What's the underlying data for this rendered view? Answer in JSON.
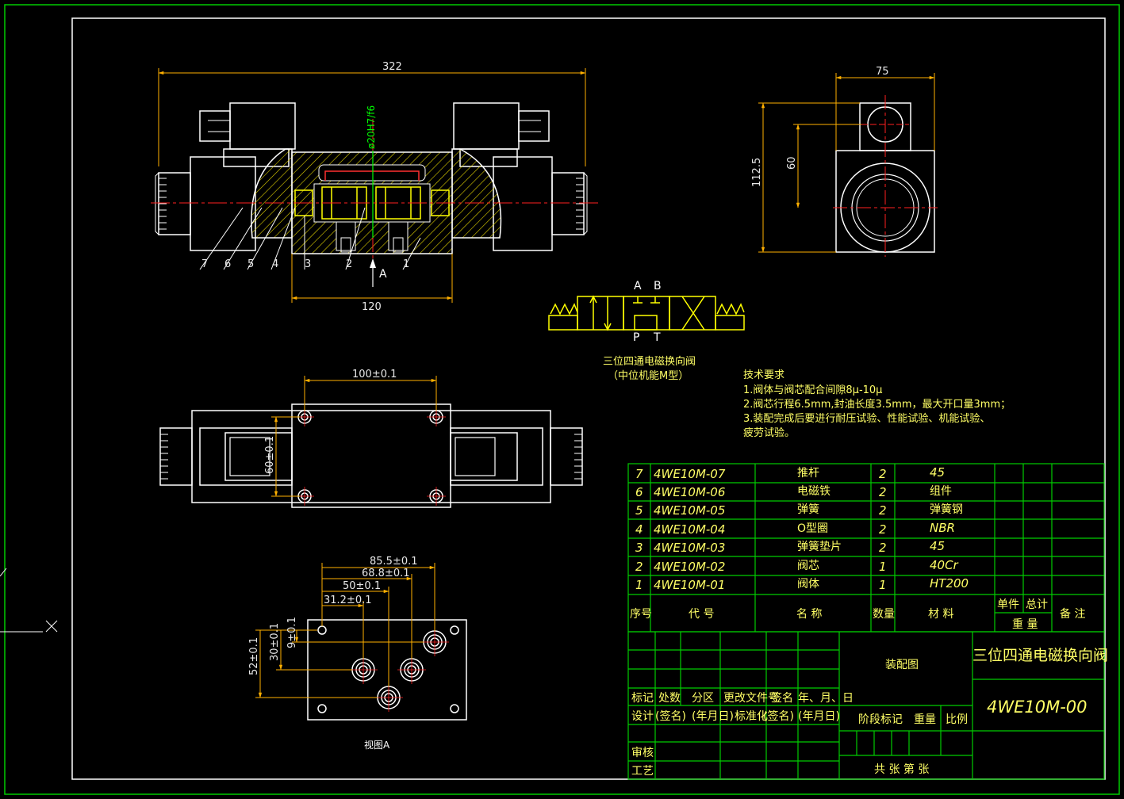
{
  "drawing": {
    "main_view": {
      "dims": {
        "overall_length": "322",
        "body_width": "120",
        "fit": "ø20H7/f6",
        "view_a_arrow": "A"
      },
      "balloons": [
        "7",
        "6",
        "5",
        "4",
        "3",
        "2",
        "1"
      ]
    },
    "side_view": {
      "dims": {
        "width": "75",
        "height": "112.5",
        "port_height": "60"
      }
    },
    "top_view": {
      "dims": {
        "bolt_spacing": "100±0.1",
        "bolt_vertical": "60±0.1"
      }
    },
    "view_a": {
      "label": "视图A",
      "dims": {
        "d1": "85.5±0.1",
        "d2": "68.8±0.1",
        "d3": "50±0.1",
        "d4": "31.2±0.1",
        "v1": "9±0.1",
        "v2": "30±0.1",
        "v3": "52±0.1"
      }
    },
    "symbol": {
      "ports_top": [
        "A",
        "B"
      ],
      "ports_bottom": [
        "P",
        "T"
      ],
      "caption_line1": "三位四通电磁换向阀",
      "caption_line2": "（中位机能M型）"
    },
    "tech_requirements": {
      "title": "技术要求",
      "lines": [
        "1.阀体与阀芯配合间隙8μ-10μ",
        "2.阀芯行程6.5mm,封油长度3.5mm，最大开口量3mm；",
        "3.装配完成后要进行耐压试验、性能试验、机能试验、",
        "疲劳试验。"
      ]
    }
  },
  "bom": {
    "rows": [
      {
        "no": "7",
        "code": "4WE10M-07",
        "name": "推杆",
        "qty": "2",
        "material": "45"
      },
      {
        "no": "6",
        "code": "4WE10M-06",
        "name": "电磁铁",
        "qty": "2",
        "material": "组件"
      },
      {
        "no": "5",
        "code": "4WE10M-05",
        "name": "弹簧",
        "qty": "2",
        "material": "弹簧钢"
      },
      {
        "no": "4",
        "code": "4WE10M-04",
        "name": "O型圈",
        "qty": "2",
        "material": "NBR"
      },
      {
        "no": "3",
        "code": "4WE10M-03",
        "name": "弹簧垫片",
        "qty": "2",
        "material": "45"
      },
      {
        "no": "2",
        "code": "4WE10M-02",
        "name": "阀芯",
        "qty": "1",
        "material": "40Cr"
      },
      {
        "no": "1",
        "code": "4WE10M-01",
        "name": "阀体",
        "qty": "1",
        "material": "HT200"
      }
    ],
    "header": {
      "no": "序号",
      "code": "代 号",
      "name": "名 称",
      "qty": "数量",
      "material": "材 料",
      "unit": "单件",
      "total": "总计",
      "weight": "重 量",
      "remark": "备 注"
    }
  },
  "title_block": {
    "labels": {
      "mark": "标记",
      "count": "处数",
      "zone": "分区",
      "doc": "更改文件号",
      "sign": "签名",
      "date": "年、月、日",
      "design": "设计",
      "sign_name": "(签名)",
      "ymd": "(年月日)",
      "std": "标准化",
      "sign_name2": "(签名)",
      "ymd2": "(年月日)",
      "stage": "阶段标记",
      "weight": "重量",
      "scale": "比例",
      "review": "审核",
      "process": "工艺",
      "sheets": "共 张 第 张"
    },
    "drawing_type": "装配图",
    "drawing_name": "三位四通电磁换向阀",
    "drawing_no": "4WE10M-00"
  },
  "colors": {
    "frame": "#00cc00",
    "lines": "#ffffff",
    "dims": "#ffb000",
    "hatch": "#ffff00",
    "center": "#ff2020",
    "fit": "#00ff00",
    "table": "#00cc00",
    "text": "#ffff66"
  }
}
